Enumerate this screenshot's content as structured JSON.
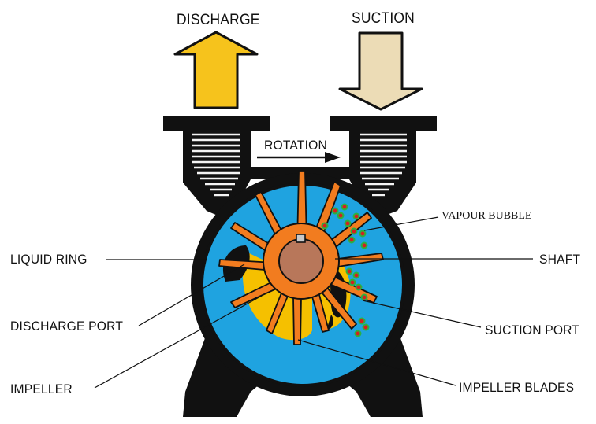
{
  "labels": {
    "discharge": "DISCHARGE",
    "suction": "SUCTION",
    "rotation": "ROTATION",
    "liquid_ring": "LIQUID RING",
    "discharge_port": "DISCHARGE PORT",
    "impeller": "IMPELLER",
    "shaft": "SHAFT",
    "suction_port": "SUCTION PORT",
    "impeller_blades": "IMPELLER BLADES",
    "vapour_bubble": "VAPOUR BUBBLE"
  },
  "colors": {
    "casing": "#111111",
    "liquid_ring": "#1fa3e0",
    "impeller": "#f27c1f",
    "hub": "#b8775a",
    "discharge_port": "#f5c000",
    "discharge_arrow": "#f6c31c",
    "suction_arrow": "#ecdcb6",
    "bubble": "#d42020",
    "bubble_ring": "#2bb040"
  }
}
